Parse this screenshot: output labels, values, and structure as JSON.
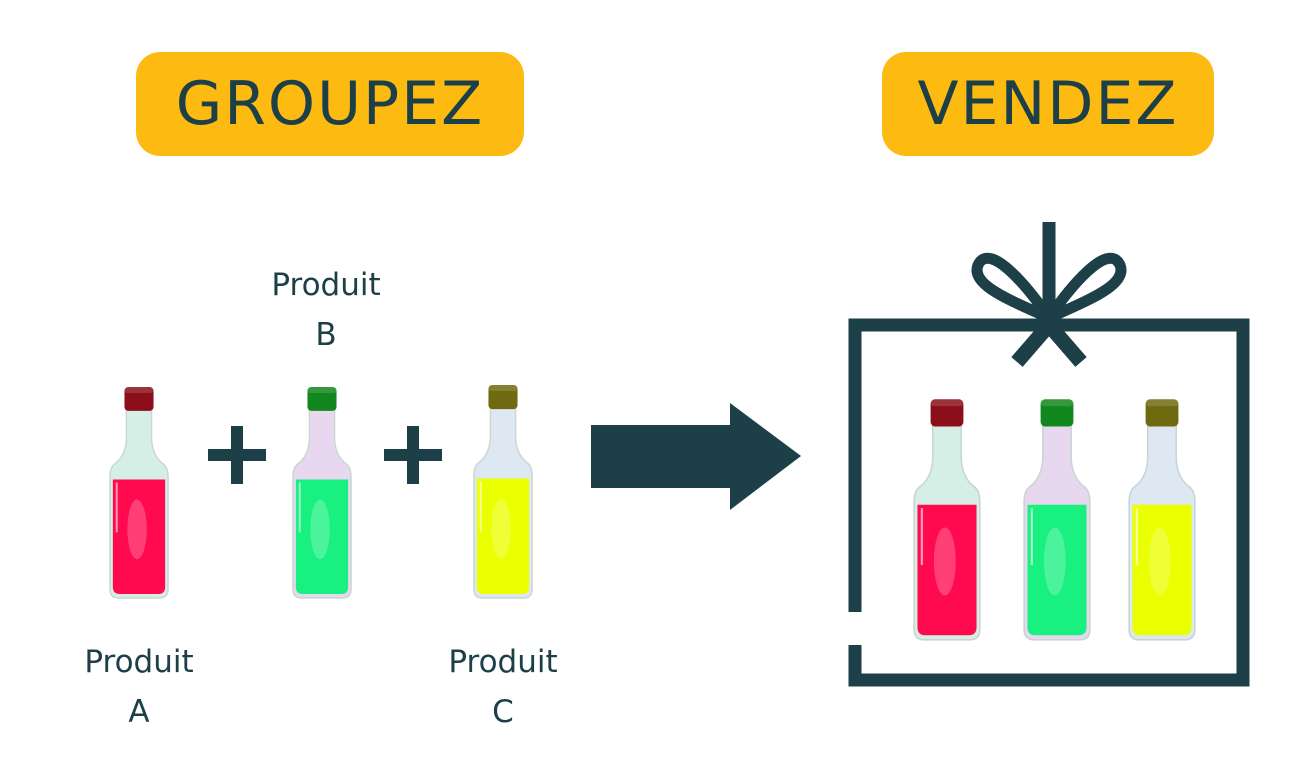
{
  "headings": {
    "group": "GROUPEZ",
    "sell": "VENDEZ"
  },
  "products": [
    {
      "word": "Produit",
      "letter": "A",
      "cap": "#8a0f1a",
      "liquid": "#ff0a4f",
      "glass": "#d5efe6"
    },
    {
      "word": "Produit",
      "letter": "B",
      "cap": "#12871e",
      "liquid": "#18f080",
      "glass": "#e8d8ef"
    },
    {
      "word": "Produit",
      "letter": "C",
      "cap": "#6f6a10",
      "liquid": "#eaff00",
      "glass": "#dde8f2"
    }
  ],
  "colors": {
    "accent": "#fdbb12",
    "dark": "#1d3f48"
  }
}
